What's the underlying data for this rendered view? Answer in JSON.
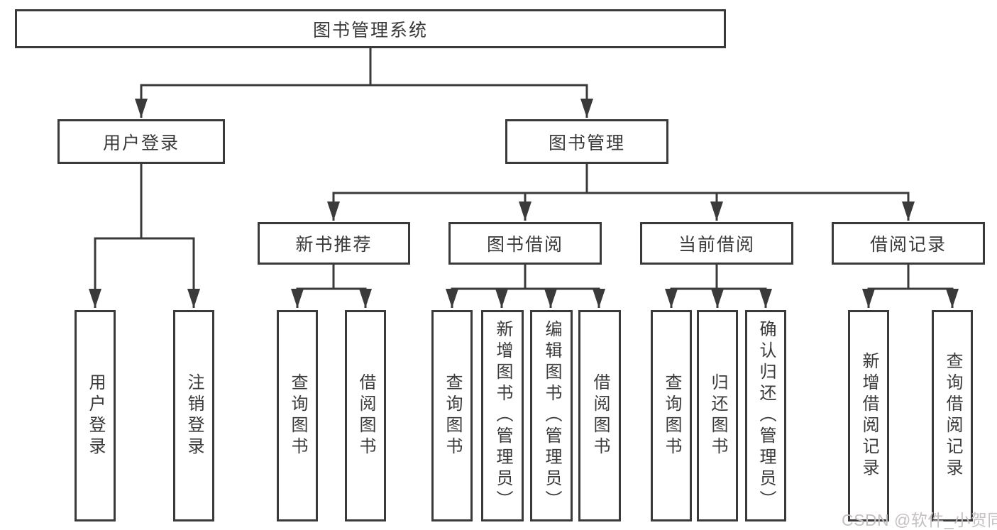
{
  "tree": {
    "root": {
      "label": "图书管理系统"
    },
    "branches": [
      {
        "label": "用户登录",
        "children": [
          {
            "label": "用户登录"
          },
          {
            "label": "注销登录"
          }
        ]
      },
      {
        "label": "图书管理",
        "children": [
          {
            "label": "新书推荐",
            "children": [
              {
                "label": "查询图书"
              },
              {
                "label": "借阅图书"
              }
            ]
          },
          {
            "label": "图书借阅",
            "children": [
              {
                "label": "查询图书"
              },
              {
                "label": "新增图书（管理员）"
              },
              {
                "label": "编辑图书（管理员）"
              },
              {
                "label": "借阅图书"
              }
            ]
          },
          {
            "label": "当前借阅",
            "children": [
              {
                "label": "查询图书"
              },
              {
                "label": "归还图书"
              },
              {
                "label": "确认归还（管理员）"
              }
            ]
          },
          {
            "label": "借阅记录",
            "children": [
              {
                "label": "新增借阅记录"
              },
              {
                "label": "查询借阅记录"
              }
            ]
          }
        ]
      }
    ]
  },
  "watermark": {
    "text": "CSDN @软件_小贺同学"
  },
  "colors": {
    "line": "#3a3a3a",
    "text": "#3a3a3a",
    "box_fill": "#ffffff",
    "watermark": "#c6c0c0",
    "background": "#ffffff"
  }
}
